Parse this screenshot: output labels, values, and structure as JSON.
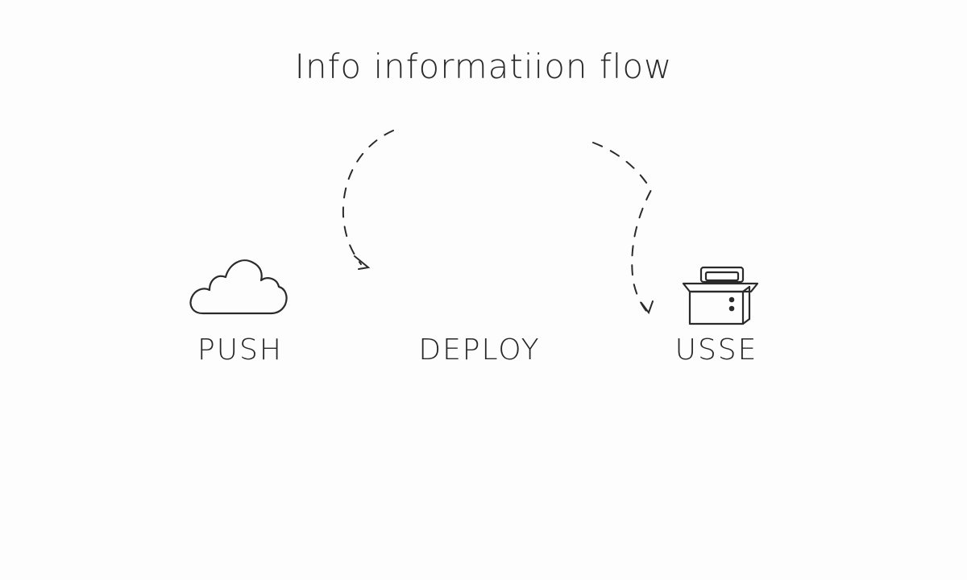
{
  "diagram": {
    "title": "Info informatiion flow",
    "nodes": [
      {
        "id": "push",
        "label": "PUSH",
        "icon": "cloud-icon"
      },
      {
        "id": "deploy",
        "label": "DEPLOY",
        "icon": ""
      },
      {
        "id": "use",
        "label": "USSE",
        "icon": "toolbox-icon"
      }
    ],
    "edges": [
      {
        "from": "push",
        "to": "deploy",
        "style": "dashed-arrow"
      },
      {
        "from": "deploy",
        "to": "use",
        "style": "dashed-arrow"
      }
    ],
    "colors": {
      "background": "#fdfdfd",
      "ink": "#2a2a2a"
    }
  }
}
